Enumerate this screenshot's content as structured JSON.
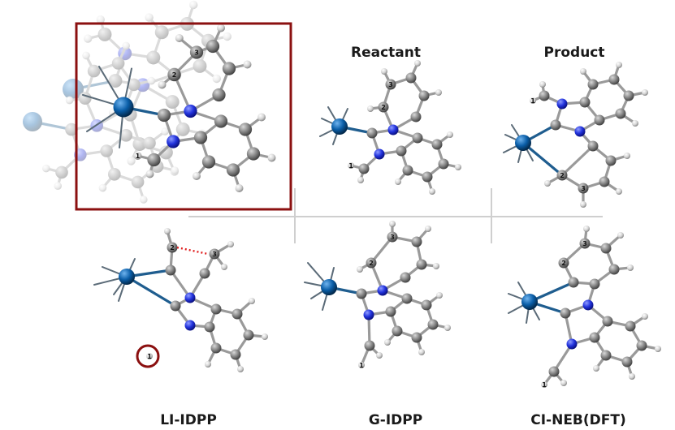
{
  "labels": {
    "reactant": "Reactant",
    "product": "Product",
    "li_idpp": "LI-IDPP",
    "g_idpp": "G-IDPP",
    "ci_neb": "CI-NEB(DFT)"
  },
  "atom_labels": {
    "inset_2": "2",
    "inset_3": "3",
    "inset_1": "1",
    "reactant_2": "2",
    "reactant_3": "3",
    "reactant_1": "1",
    "product_2": "2",
    "product_3": "3",
    "product_1": "1",
    "li_2": "2",
    "li_3": "3",
    "li_1": "1",
    "g_2": "2",
    "g_3": "3",
    "g_1": "1",
    "ci_2": "2",
    "ci_3": "3",
    "ci_1": "1"
  },
  "colors": {
    "carbon": "#808080",
    "hydrogen": "#dcdcdc",
    "nitrogen": "#2233dd",
    "metal": "#0a5ea8",
    "bond": "#9a9a9a",
    "highlight_box": "#8b1010",
    "divider": "#cfcfcf",
    "distance_line": "#e02020"
  }
}
